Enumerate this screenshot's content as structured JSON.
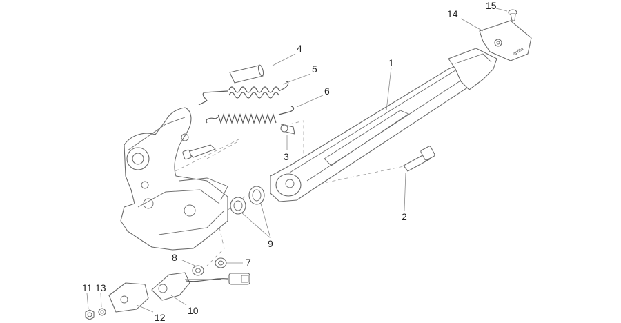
{
  "diagram": {
    "callouts": [
      {
        "id": "1",
        "label": "1"
      },
      {
        "id": "2",
        "label": "2"
      },
      {
        "id": "3",
        "label": "3"
      },
      {
        "id": "4",
        "label": "4"
      },
      {
        "id": "5",
        "label": "5"
      },
      {
        "id": "6",
        "label": "6"
      },
      {
        "id": "7",
        "label": "7"
      },
      {
        "id": "8",
        "label": "8"
      },
      {
        "id": "9",
        "label": "9"
      },
      {
        "id": "10",
        "label": "10"
      },
      {
        "id": "11",
        "label": "11"
      },
      {
        "id": "12",
        "label": "12"
      },
      {
        "id": "13",
        "label": "13"
      },
      {
        "id": "14",
        "label": "14"
      },
      {
        "id": "15",
        "label": "15"
      }
    ],
    "pad_logo_text": "aprilia"
  }
}
